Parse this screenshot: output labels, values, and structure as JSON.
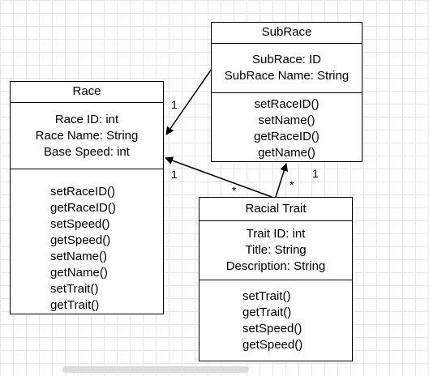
{
  "classes": {
    "race": {
      "name": "Race",
      "attributes": [
        "Race ID: int",
        "Race Name: String",
        "Base Speed: int"
      ],
      "methods": [
        "setRaceID()",
        "getRaceID()",
        "setSpeed()",
        "getSpeed()",
        "setName()",
        "getName()",
        "setTrait()",
        "getTrait()"
      ]
    },
    "subrace": {
      "name": "SubRace",
      "attributes": [
        "SubRace: ID",
        "SubRace Name: String"
      ],
      "methods": [
        "setRaceID()",
        "setName()",
        "getRaceID()",
        "getName()"
      ]
    },
    "racial_trait": {
      "name": "Racial Trait",
      "attributes": [
        "Trait ID: int",
        "Title: String",
        "Description: String"
      ],
      "methods": [
        "setTrait()",
        "getTrait()",
        "setSpeed()",
        "getSpeed()"
      ]
    }
  },
  "multiplicities": {
    "subrace_to_race_near_race": "1",
    "trait_to_race_near_race": "1",
    "trait_to_race_near_trait": "*",
    "trait_to_subrace_near_trait": "*",
    "trait_to_subrace_near_subrace": "1"
  },
  "colors": {
    "line": "#000000",
    "grid": "#e6e6e6",
    "scrollbar": "#dcdcdc"
  }
}
